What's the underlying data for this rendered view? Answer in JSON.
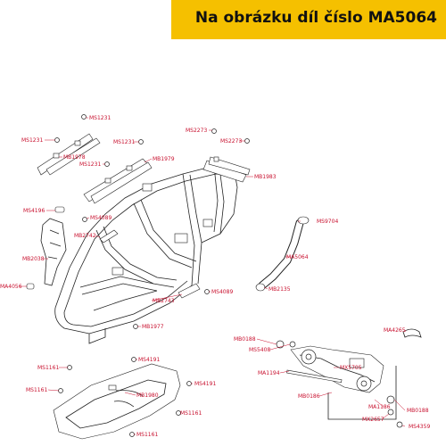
{
  "banner": {
    "title": "Na obrázku díl číslo MA5064"
  },
  "callouts": {
    "ms1231_top": "MS1231",
    "ms1231_left": "MS1231",
    "mb1978": "MB1978",
    "ms1231_mid": "MS1231",
    "ms1231_low": "MS1231",
    "mb1979": "MB1979",
    "ms2273_a": "MS2273",
    "ms2273_b": "MS2273",
    "mb1983": "MB1983",
    "ms4196": "MS4196",
    "ms4089_a": "MS4089",
    "mb2742": "MB2742",
    "ms9704": "MS9704",
    "mb2038": "MB2038",
    "ma5064": "MA5064",
    "ma4056": "MA4056",
    "mb2135": "MB2135",
    "ms4089_b": "MS4089",
    "mb2743": "MB2743",
    "mb1977": "MB1977",
    "ma4265": "MA4265",
    "mb0188_a": "MB0188",
    "ms5408": "MS5408",
    "ms4191_a": "MS4191",
    "ms1161_a": "MS1161",
    "ma1194": "MA1194",
    "mx5705": "MX5705",
    "ms1161_b": "MS1161",
    "mb1980": "MB1980",
    "ms4191_b": "MS4191",
    "mb0186": "MB0186",
    "ma1186": "MA1186",
    "mb0188_b": "MB0188",
    "ms1161_c": "MS1161",
    "mx2657": "MX2657",
    "ms4359": "MS4359",
    "ms1161_d": "MS1161"
  }
}
